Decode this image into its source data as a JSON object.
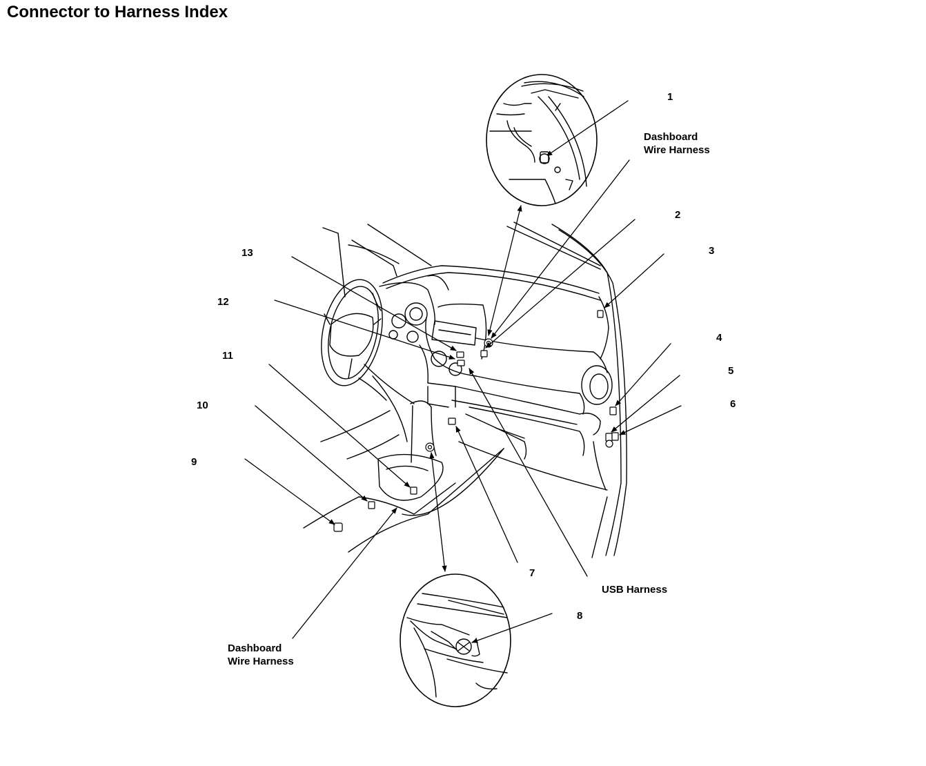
{
  "title": "Connector to Harness Index",
  "callouts": [
    "1",
    "2",
    "3",
    "4",
    "5",
    "6",
    "7",
    "8",
    "9",
    "10",
    "11",
    "12",
    "13"
  ],
  "harness_labels": {
    "dashboard_top": [
      "Dashboard",
      "Wire Harness"
    ],
    "dashboard_bottom": [
      "Dashboard",
      "Wire Harness"
    ],
    "usb": "USB Harness"
  }
}
